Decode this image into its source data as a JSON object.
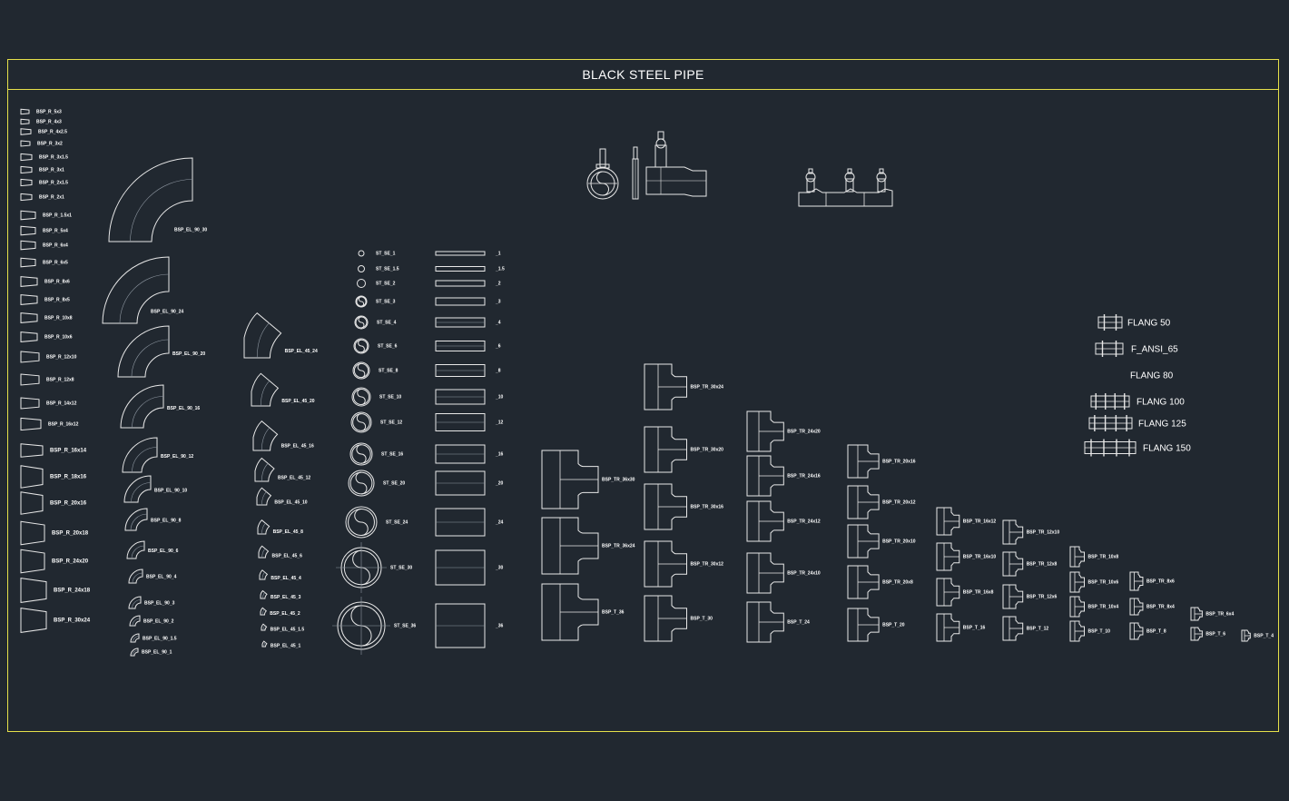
{
  "drawing": {
    "title": "BLACK STEEL PIPE",
    "colors": {
      "background": "#212830",
      "frame": "#e6e04a",
      "lines": "#e8e8e8",
      "text": "#ffffff"
    },
    "flanges": [
      {
        "label": "FLANG 50",
        "bolts": 2
      },
      {
        "label": "F_ANSI_65",
        "bolts": 2
      },
      {
        "label": "FLANG 80",
        "bolts": 0
      },
      {
        "label": "FLANG 100",
        "bolts": 4
      },
      {
        "label": "FLANG 125",
        "bolts": 4
      },
      {
        "label": "FLANG 150",
        "bolts": 4
      }
    ],
    "reducer_labels": [
      "BSP_R_5x3",
      "BSP_R_4x3",
      "BSP_R_4x2.5",
      "BSP_R_3x2",
      "BSP_R_3x1.5",
      "BSP_R_3x1",
      "BSP_R_2x1.5",
      "BSP_R_2x1",
      "BSP_R_1.5x1",
      "BSP_R_5x4",
      "BSP_R_6x4",
      "BSP_R_6x5",
      "BSP_R_8x6",
      "BSP_R_8x5",
      "BSP_R_10x8",
      "BSP_R_10x6",
      "BSP_R_12x10",
      "BSP_R_12x8",
      "BSP_R_14x12",
      "BSP_R_16x12",
      "BSP_R_16x14",
      "BSP_R_18x16",
      "BSP_R_20x16",
      "BSP_R_20x18",
      "BSP_R_24x20",
      "BSP_R_24x18",
      "BSP_R_30x24"
    ],
    "elbow90_labels": [
      "BSP_EL_90_30",
      "BSP_EL_90_24",
      "BSP_EL_90_20",
      "BSP_EL_90_16",
      "BSP_EL_90_12",
      "BSP_EL_90_10",
      "BSP_EL_90_8",
      "BSP_EL_90_6",
      "BSP_EL_90_4",
      "BSP_EL_90_3",
      "BSP_EL_90_2",
      "BSP_EL_90_1.5",
      "BSP_EL_90_1"
    ],
    "elbow45_labels": [
      "BSP_EL_45_24",
      "BSP_EL_45_20",
      "BSP_EL_45_16",
      "BSP_EL_45_12",
      "BSP_EL_45_10",
      "BSP_EL_45_8",
      "BSP_EL_45_6",
      "BSP_EL_45_4",
      "BSP_EL_45_3",
      "BSP_EL_45_2",
      "BSP_EL_45_1.5",
      "BSP_EL_45_1"
    ],
    "section_labels": [
      "ST_SE_1",
      "ST_SE_1.5",
      "ST_SE_2",
      "ST_SE_3",
      "ST_SE_4",
      "ST_SE_6",
      "ST_SE_8",
      "ST_SE_10",
      "ST_SE_12",
      "ST_SE_16",
      "ST_SE_20",
      "ST_SE_24",
      "ST_SE_30",
      "ST_SE_36"
    ],
    "pipe_labels": [
      "_1",
      "_1.5",
      "_2",
      "_3",
      "_4",
      "_6",
      "_8",
      "_10",
      "_12",
      "_16",
      "_20",
      "_24",
      "_30",
      "_36"
    ],
    "tee_groups": [
      {
        "labels": [
          "BSP_TR_36x30",
          "BSP_TR_36x24",
          "BSP_T_36"
        ]
      },
      {
        "labels": [
          "BSP_TR_30x24",
          "BSP_TR_30x20",
          "BSP_TR_30x16",
          "BSP_TR_30x12",
          "BSP_T_30"
        ]
      },
      {
        "labels": [
          "BSP_TR_24x20",
          "BSP_TR_24x16",
          "BSP_TR_24x12",
          "BSP_TR_24x10",
          "BSP_T_24"
        ]
      },
      {
        "labels": [
          "BSP_TR_20x16",
          "BSP_TR_20x12",
          "BSP_TR_20x10",
          "BSP_TR_20x8",
          "BSP_T_20"
        ]
      },
      {
        "labels": [
          "BSP_TR_16x12",
          "BSP_TR_16x10",
          "BSP_TR_16x8",
          "BSP_T_16"
        ]
      },
      {
        "labels": [
          "BSP_TR_12x10",
          "BSP_TR_12x8",
          "BSP_TR_12x6",
          "BSP_T_12"
        ]
      },
      {
        "labels": [
          "BSP_TR_10x8",
          "BSP_TR_10x6",
          "BSP_TR_10x4",
          "BSP_T_10"
        ]
      },
      {
        "labels": [
          "BSP_TR_8x6",
          "BSP_TR_8x4",
          "BSP_T_8"
        ]
      },
      {
        "labels": [
          "BSP_TR_6x4",
          "BSP_T_6"
        ]
      },
      {
        "labels": [
          "BSP_T_4"
        ]
      }
    ]
  }
}
